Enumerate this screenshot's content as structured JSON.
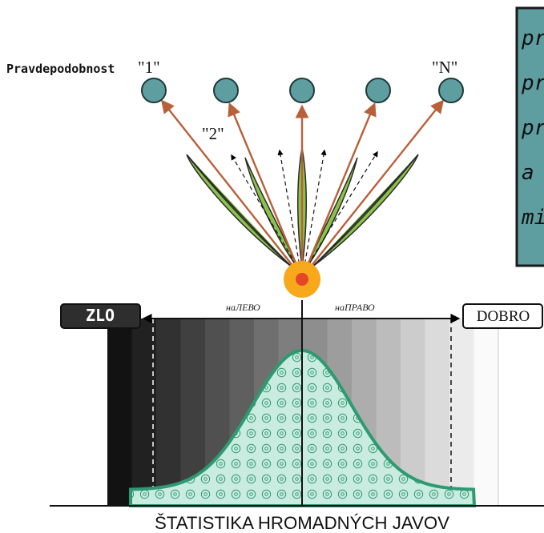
{
  "labels": {
    "probability": "Pravdepodobnost",
    "one": "\"1\"",
    "two": "\"2\"",
    "n": "\"N\""
  },
  "note": {
    "lines": [
      "pr",
      "pr",
      "pr",
      "a",
      "mi"
    ],
    "color": "#5f9ea0"
  },
  "scale": {
    "left_label": "ZLO",
    "right_label": "DOBRO",
    "left_direction": "наЛЕВО",
    "right_direction": "наПРАВО",
    "bottom_title": "ŠTATISTIKA HROMADNÝCH JAVOV"
  },
  "colors": {
    "node": "#5f9ea0",
    "leaf": "#8bc34a",
    "arrow": "#b8603a",
    "curve": "#2e9a72",
    "fill": "#c9ebe0",
    "source_outer": "#f7a81b",
    "source_inner": "#e6452a"
  }
}
